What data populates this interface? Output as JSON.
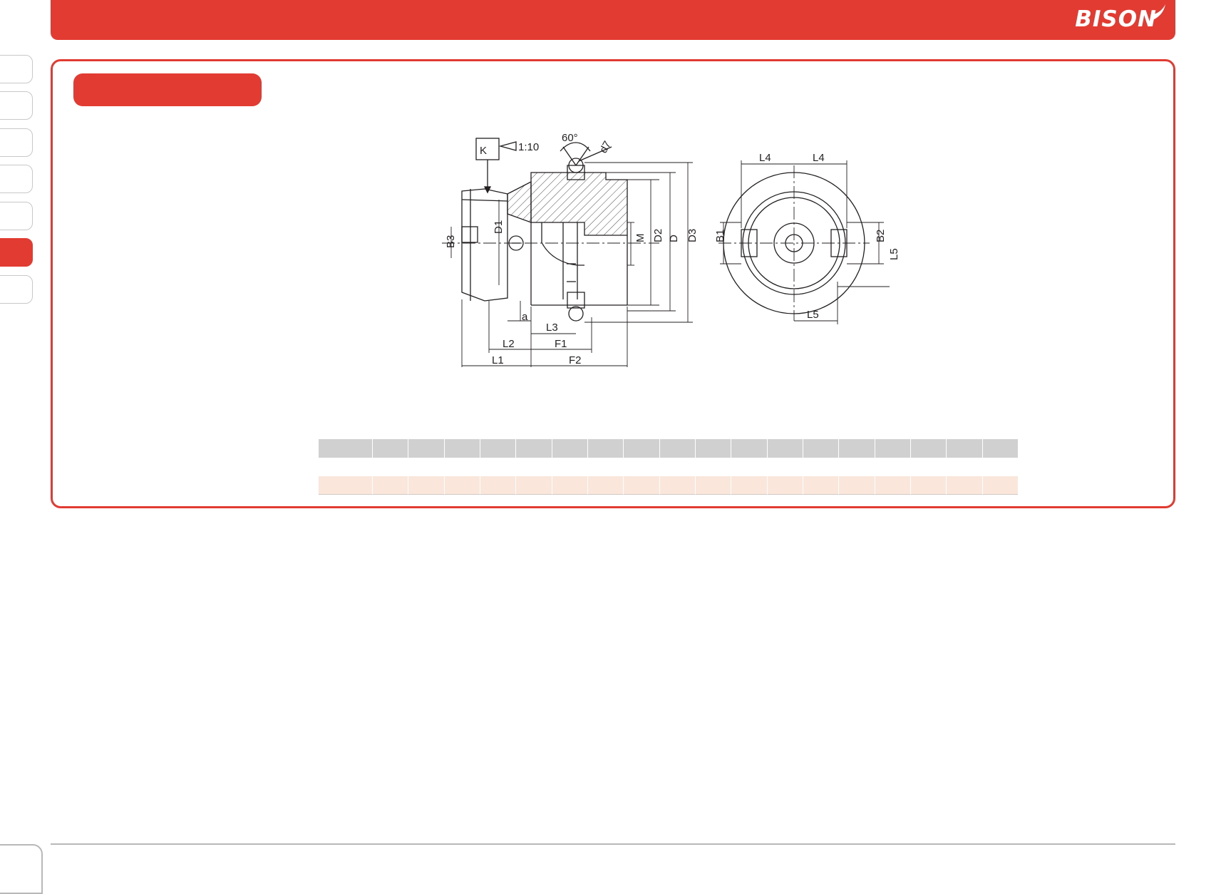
{
  "header": {
    "brand": "BISON",
    "accent_color": "#e23c32"
  },
  "side_tabs": {
    "count": 7,
    "active_index": 5
  },
  "section": {
    "title": ""
  },
  "drawing": {
    "tolerance_box": "K",
    "taper": "1:10",
    "angle": "60°",
    "hole": "d7",
    "dims_side": {
      "b3": "B3",
      "d1": "D1",
      "m": "M",
      "d2": "D2",
      "d": "D",
      "d3": "D3",
      "a": "a",
      "l3": "L3",
      "l2": "L2",
      "f1": "F1",
      "l1": "L1",
      "f2": "F2"
    },
    "dims_front": {
      "l4_left": "L4",
      "l4_right": "L4",
      "b1": "B1",
      "b2": "B2",
      "l5_side": "L5",
      "l5_bottom": "L5"
    }
  },
  "table": {
    "columns": 19,
    "header": [
      "",
      "",
      "",
      "",
      "",
      "",
      "",
      "",
      "",
      "",
      "",
      "",
      "",
      "",
      "",
      "",
      "",
      "",
      ""
    ],
    "row": [
      "",
      "",
      "",
      "",
      "",
      "",
      "",
      "",
      "",
      "",
      "",
      "",
      "",
      "",
      "",
      "",
      "",
      "",
      ""
    ]
  }
}
